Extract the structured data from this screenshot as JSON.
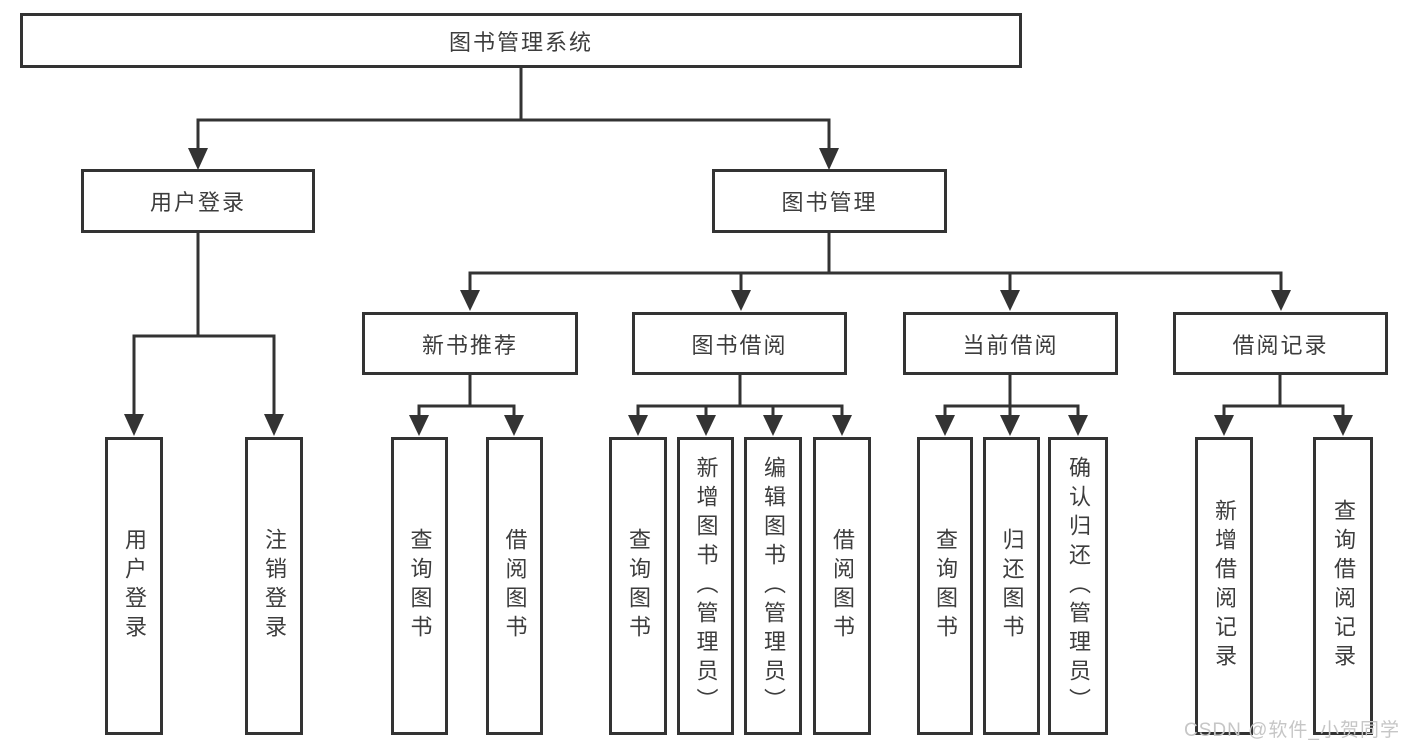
{
  "colors": {
    "line": "#333333",
    "text": "#3d3d3d",
    "watermark": "#c6c6c6",
    "background": "#ffffff"
  },
  "tree": {
    "label": "图书管理系统",
    "children": [
      {
        "label": "用户登录",
        "children": [
          {
            "label": "用户登录"
          },
          {
            "label": "注销登录"
          }
        ]
      },
      {
        "label": "图书管理",
        "children": [
          {
            "label": "新书推荐",
            "children": [
              {
                "label": "查询图书"
              },
              {
                "label": "借阅图书"
              }
            ]
          },
          {
            "label": "图书借阅",
            "children": [
              {
                "label": "查询图书"
              },
              {
                "label": "新增图书（管理员）"
              },
              {
                "label": "编辑图书（管理员）"
              },
              {
                "label": "借阅图书"
              }
            ]
          },
          {
            "label": "当前借阅",
            "children": [
              {
                "label": "查询图书"
              },
              {
                "label": "归还图书"
              },
              {
                "label": "确认归还（管理员）"
              }
            ]
          },
          {
            "label": "借阅记录",
            "children": [
              {
                "label": "新增借阅记录"
              },
              {
                "label": "查询借阅记录"
              }
            ]
          }
        ]
      }
    ]
  },
  "watermark": {
    "text": "CSDN @软件_小贺同学"
  }
}
